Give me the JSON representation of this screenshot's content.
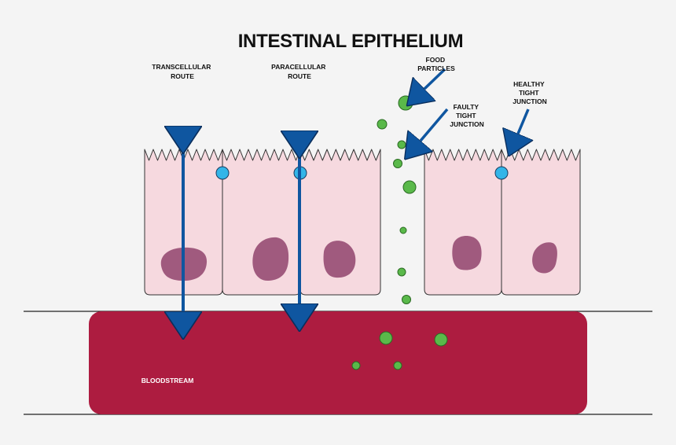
{
  "title": "INTESTINAL EPITHELIUM",
  "labels": {
    "transcellular": [
      "TRANSCELLULAR",
      "ROUTE"
    ],
    "paracellular": [
      "PARACELLULAR",
      "ROUTE"
    ],
    "food": [
      "FOOD",
      "PARTICLES"
    ],
    "faulty": [
      "FAULTY",
      "TIGHT",
      "JUNCTION"
    ],
    "healthy": [
      "HEALTHY",
      "TIGHT",
      "JUNCTION"
    ],
    "bloodstream": "BLOODSTREAM"
  },
  "colors": {
    "background": "#f4f4f4",
    "cell_fill": "#f6d9df",
    "nucleus": "#a05a7e",
    "tight_junction": "#33b5e8",
    "arrow": "#0f56a0",
    "particle": "#5ab94a",
    "bloodstream": "#ad1c40"
  }
}
